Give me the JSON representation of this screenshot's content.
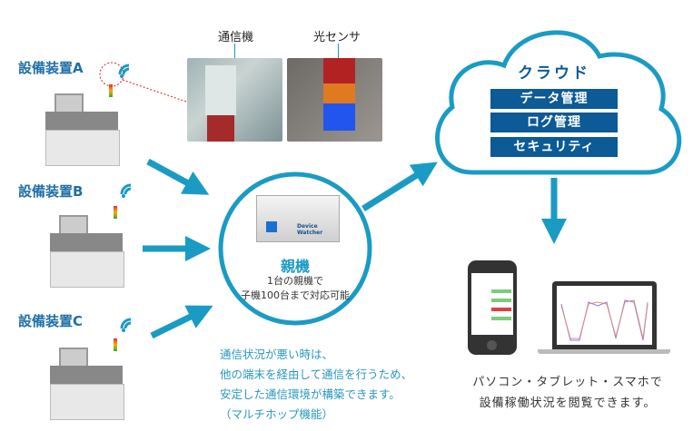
{
  "devices": [
    {
      "label": "設備装置A"
    },
    {
      "label": "設備装置B"
    },
    {
      "label": "設備装置C"
    }
  ],
  "photos": {
    "communicator_label": "通信機",
    "sensor_label": "光センサ"
  },
  "parent": {
    "title": "親機",
    "brand": "Device Watcher",
    "desc_line1": "1台の親機で",
    "desc_line2": "子機100台まで対応可能"
  },
  "multihop_note": {
    "line1": "通信状況が悪い時は、",
    "line2": "他の端末を経由して通信を行うため、",
    "line3": "安定した通信環境が構築できます。",
    "line4": "（マルチホップ機能）"
  },
  "cloud": {
    "title": "クラウド",
    "items": [
      "データ管理",
      "ログ管理",
      "セキュリティ"
    ]
  },
  "viewing_note": {
    "line1": "パソコン・タブレット・スマホで",
    "line2": "設備稼働状況を閲覧できます。"
  },
  "colors": {
    "accent": "#1a9bc4",
    "label_blue": "#1f6fa8",
    "cloud_box": "#0c5a96",
    "dotted_red": "#e04040"
  }
}
